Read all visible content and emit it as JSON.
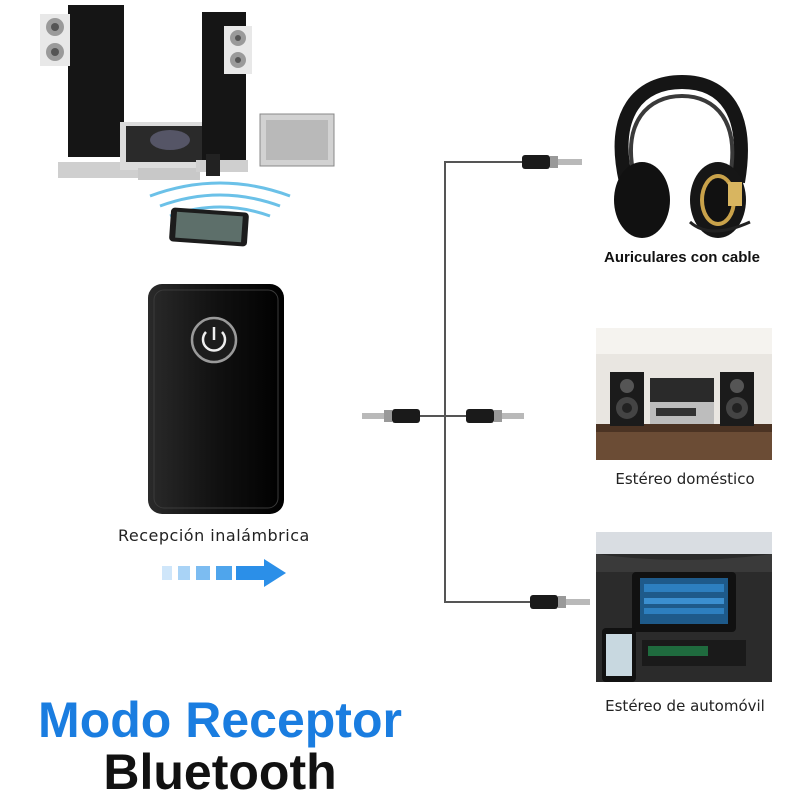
{
  "device": {
    "caption": "Recepción inalámbrica"
  },
  "outputs": [
    {
      "label": "Auriculares con cable"
    },
    {
      "label": "Estéreo doméstico"
    },
    {
      "label": "Estéreo de automóvil"
    }
  ],
  "title": {
    "line1": "Modo Receptor",
    "line2": "Bluetooth"
  },
  "colors": {
    "title_blue": "#1a7de0",
    "title_black": "#111111",
    "arrow_blue": "#2b8fe8",
    "cable": "#555555"
  },
  "icons": [
    "speaker-system-illustration",
    "bluetooth-receiver-device",
    "power-icon",
    "headphones-illustration",
    "home-stereo-photo",
    "car-stereo-photo",
    "audio-jack-icon",
    "arrow-right-icon"
  ]
}
